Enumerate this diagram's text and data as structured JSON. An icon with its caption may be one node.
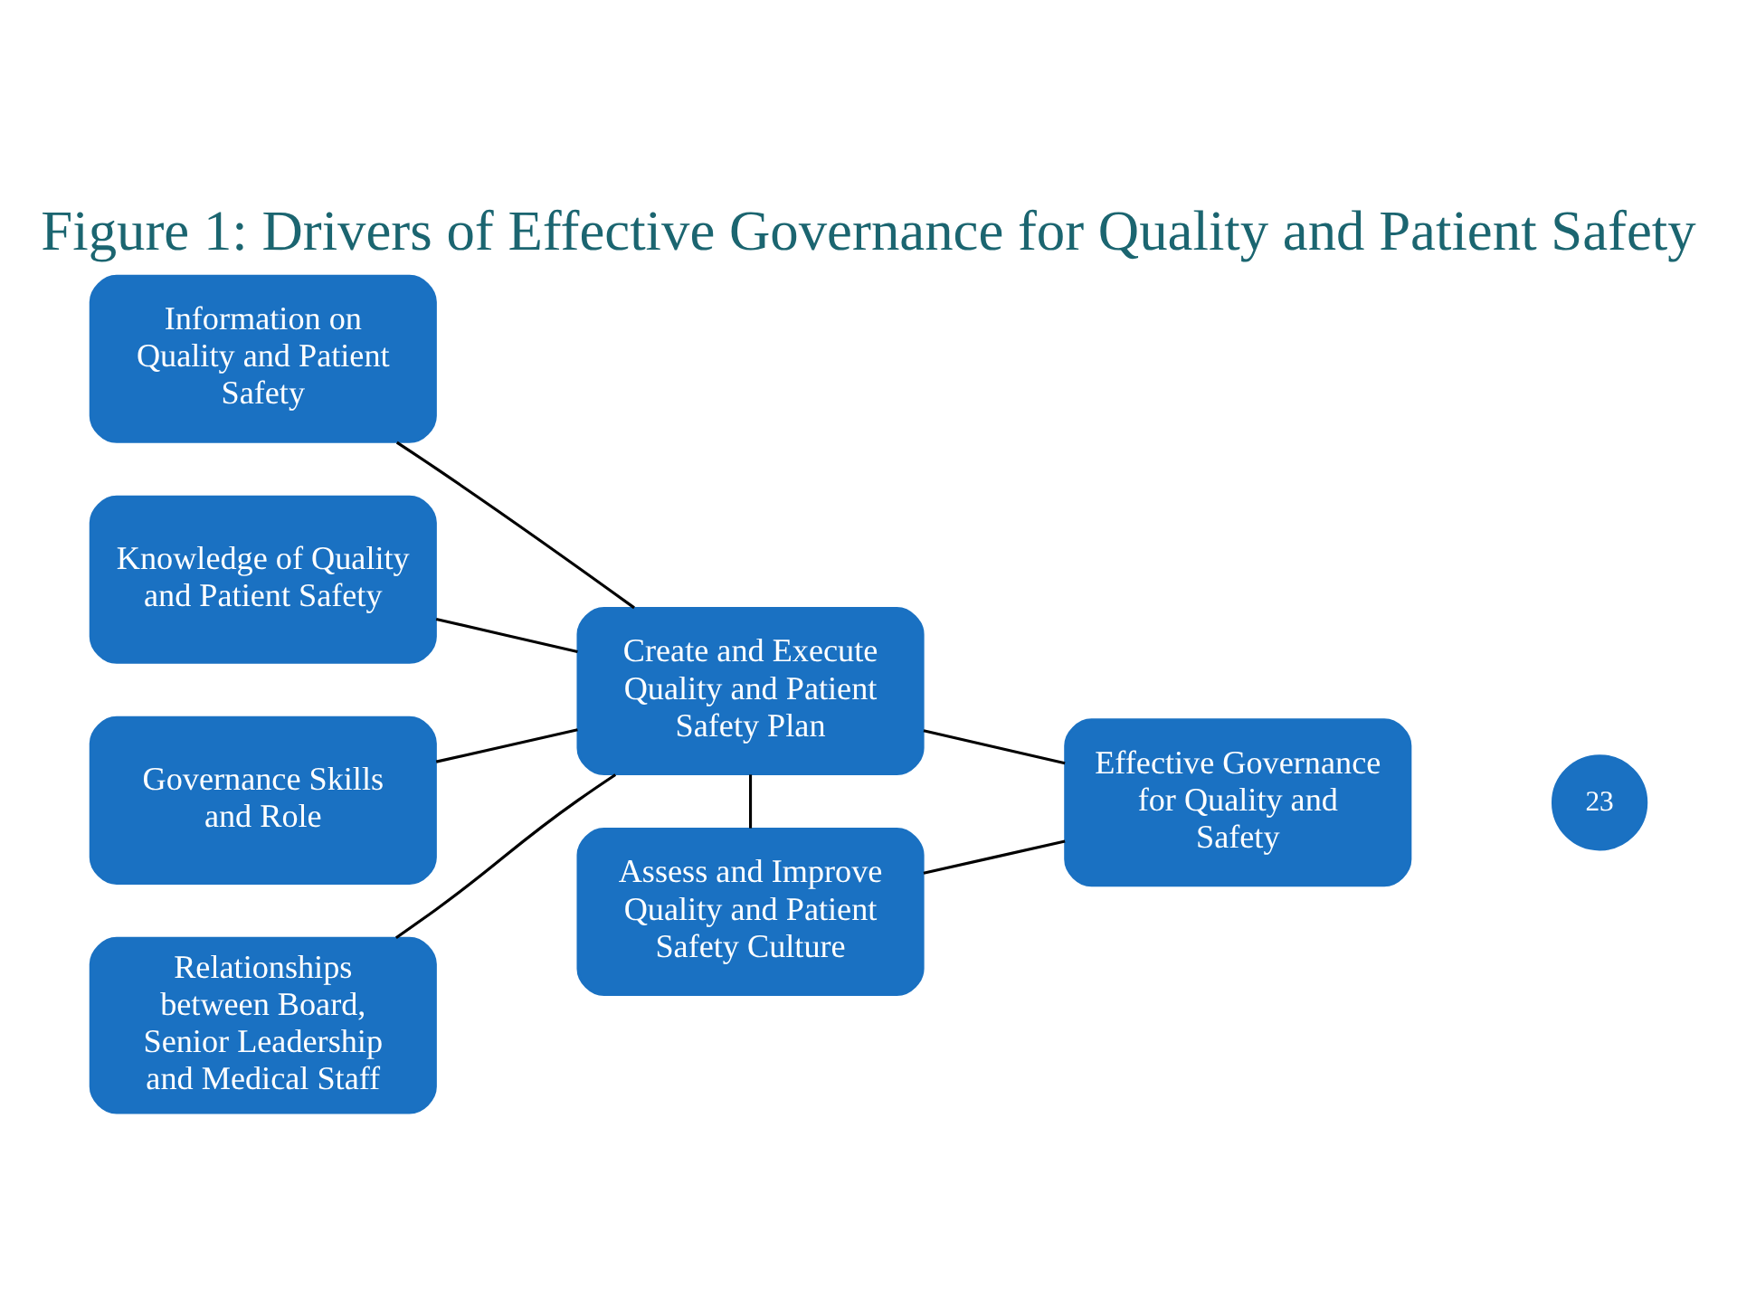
{
  "diagram": {
    "title": "Figure 1: Drivers of Effective Governance for Quality and Patient Safety",
    "nodes": [
      {
        "text": [
          "Information on Quality and Patient Safety"
        ]
      },
      {
        "text": [
          "Knowledge of Quality and Patient Safety"
        ]
      },
      {
        "text": [
          "Governance Skills and Role"
        ]
      },
      {
        "text": [
          "Relationships between Board, Senior Leadership and Medical Staff"
        ]
      },
      {
        "text": [
          "Create and Execute Quality and Patient Safety Plan"
        ]
      },
      {
        "text": [
          "Assess and Improve Quality and Patient Safety Culture"
        ]
      },
      {
        "text": [
          "Effective Governance for Quality and Safety"
        ]
      }
    ],
    "edges": [
      {
        "from": 0,
        "to": 4,
        "arrow": "none"
      },
      {
        "from": 1,
        "to": 4,
        "arrow": "none"
      },
      {
        "from": 2,
        "to": 4,
        "arrow": "none"
      },
      {
        "from": 3,
        "to": 4,
        "arrow": "none"
      },
      {
        "from": 4,
        "to": 6,
        "arrow": "none"
      },
      {
        "from": 4,
        "to": 5,
        "arrow": "none"
      },
      {
        "from": 5,
        "to": 6,
        "arrow": "none"
      }
    ],
    "labels": [
      "23"
    ]
  }
}
